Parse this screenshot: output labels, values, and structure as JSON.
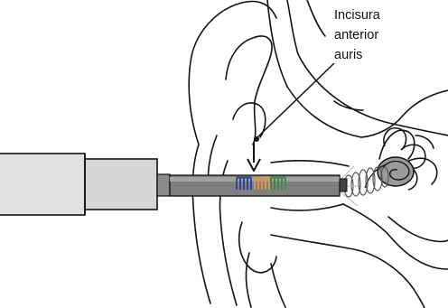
{
  "annotation": {
    "lines": [
      "Incisura",
      "anterior",
      "auris"
    ]
  },
  "colors": {
    "outline": "#111111",
    "instrument_body": "#d9d9d9",
    "shaft": "#7f7f7f",
    "coil_blue": "#2f4a8c",
    "coil_orange": "#e0913c",
    "coil_green": "#3f8a4a",
    "cochlea_fill": "#9a9a9a"
  },
  "icons": [
    "insertion-tool",
    "electrode-array",
    "cochlea",
    "ear-outline",
    "arrow-down"
  ]
}
